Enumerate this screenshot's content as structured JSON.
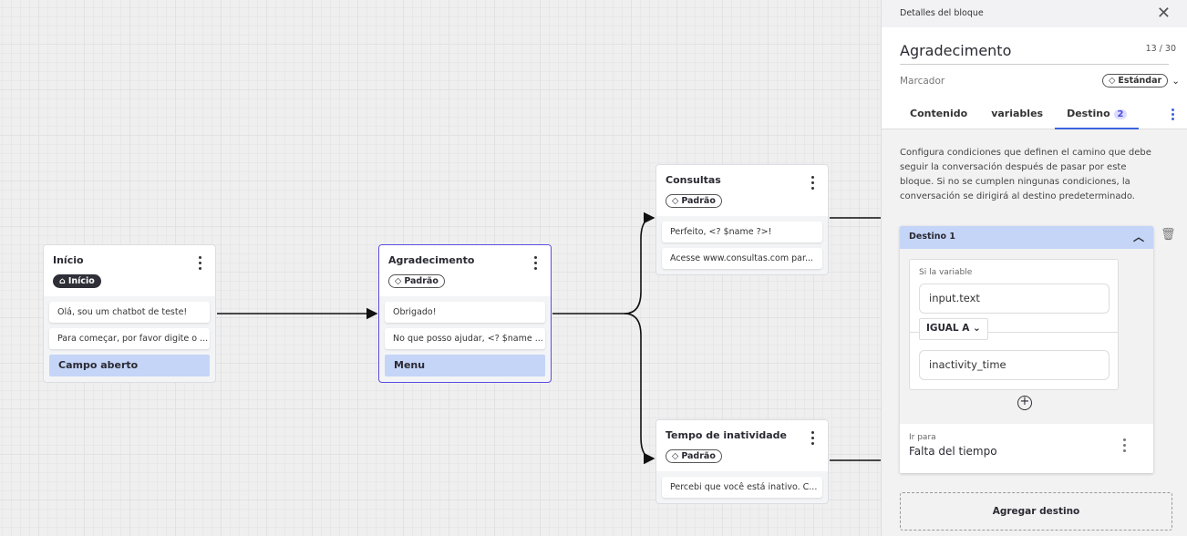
{
  "canvas": {
    "nodes": [
      {
        "title": "Início",
        "tag": "Início",
        "tag_icon": "home-icon",
        "messages": [
          "Olá, sou um chatbot de teste!",
          "Para começar, por favor digite o ..."
        ],
        "action": "Campo aberto"
      },
      {
        "title": "Agradecimento",
        "tag": "Padrão",
        "tag_icon": "tag-icon",
        "messages": [
          "Obrigado!",
          "No que posso ajudar, <? $name ..."
        ],
        "action": "Menu"
      },
      {
        "title": "Consultas",
        "tag": "Padrão",
        "tag_icon": "tag-icon",
        "messages": [
          "Perfeito, <? $name ?>!",
          "Acesse www.consultas.com par..."
        ]
      },
      {
        "title": "Tempo de inatividade",
        "tag": "Padrão",
        "tag_icon": "tag-icon",
        "messages": [
          "Percebi que você está inativo. C..."
        ]
      }
    ]
  },
  "panel": {
    "header": "Detalles del bloque",
    "title": "Agradecimento",
    "char_count": "13 / 30",
    "marker_label": "Marcador",
    "marker_value": "Estándar",
    "tabs": [
      {
        "label": "Contenido"
      },
      {
        "label": "variables"
      },
      {
        "label": "Destino",
        "badge": "2",
        "active": true
      }
    ],
    "description": "Configura condiciones que definen el camino que debe seguir la conversación después de pasar por este bloque. Si no se cumplen ningunas condiciones, la conversación se dirigirá al destino predeterminado.",
    "destino": {
      "title": "Destino 1",
      "variable_label": "Si la variable",
      "variable": "input.text",
      "operator": "IGUAL A",
      "value": "inactivity_time",
      "goto_label": "Ir para",
      "goto_value": "Falta del tiempo"
    },
    "add_label": "Agregar destino"
  },
  "colors": {
    "accent": "#3e63dd",
    "selected_border": "#5a4de0",
    "action_bg": "#c5d5f7"
  }
}
